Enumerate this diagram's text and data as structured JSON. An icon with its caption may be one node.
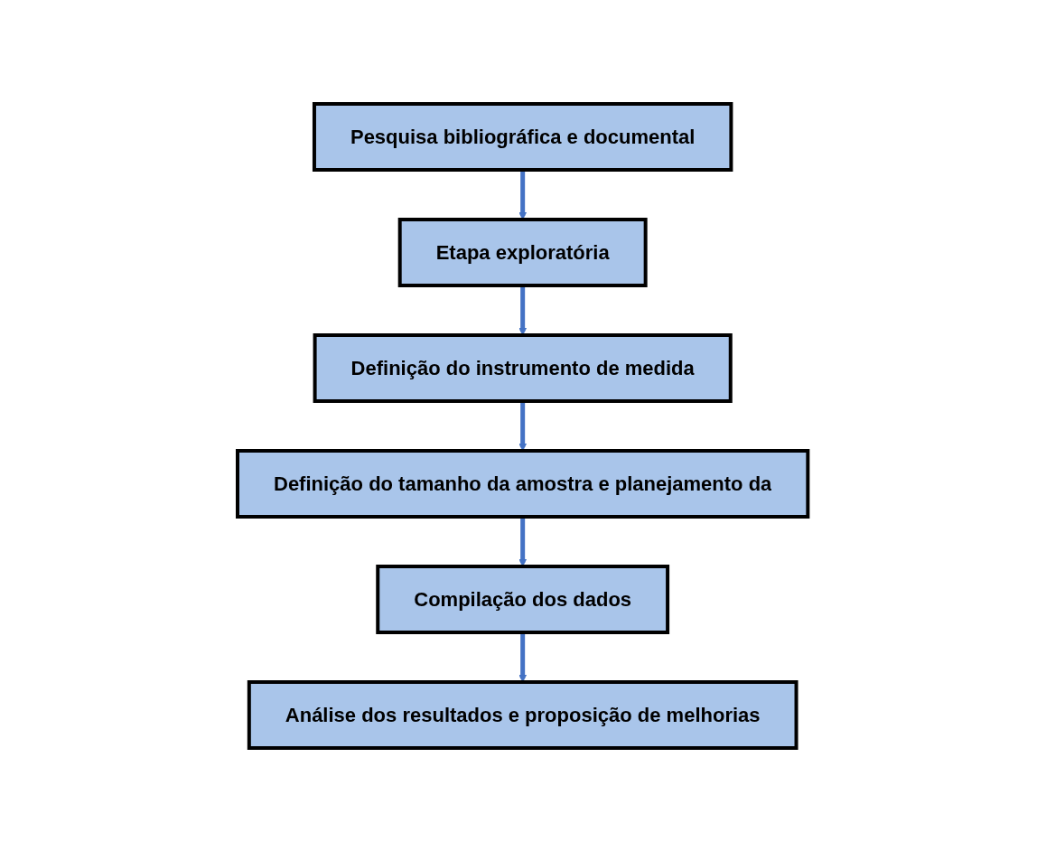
{
  "diagram": {
    "nodes": [
      {
        "text": [
          "Pesquisa bibliográfica e documental"
        ]
      },
      {
        "text": [
          "Etapa exploratória"
        ]
      },
      {
        "text": [
          "Definição do instrumento de medida"
        ]
      },
      {
        "text": [
          "Definição do tamanho da amostra e planejamento da"
        ]
      },
      {
        "text": [
          "Compilação dos dados"
        ]
      },
      {
        "text": [
          "Análise dos resultados e proposição de melhorias"
        ]
      }
    ],
    "edges": [
      {
        "from": 0,
        "to": 1,
        "arrow": "to"
      },
      {
        "from": 1,
        "to": 2,
        "arrow": "to"
      },
      {
        "from": 2,
        "to": 3,
        "arrow": "to"
      },
      {
        "from": 3,
        "to": 4,
        "arrow": "to"
      },
      {
        "from": 4,
        "to": 5,
        "arrow": "to"
      }
    ]
  }
}
